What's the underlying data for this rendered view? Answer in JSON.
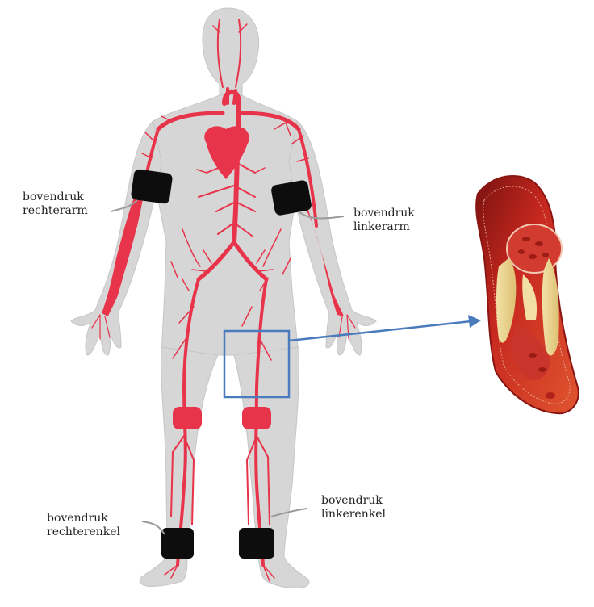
{
  "labels": {
    "right_arm": [
      "bovendruk",
      "rechterarm"
    ],
    "left_arm": [
      "bovendruk",
      "linkerarm"
    ],
    "right_ankle": [
      "bovendruk",
      "rechterenkel"
    ],
    "left_ankle": [
      "bovendruk",
      "linkerenkel"
    ]
  },
  "colors": {
    "body": "#d6d6d6",
    "artery": "#e8344a",
    "cuff": "#0d0d0d",
    "highlight": "#4a7bbd",
    "plaque": "#e9d38c",
    "vessel_wall": "#b2221e"
  },
  "icons": {
    "figure": "human-silhouette",
    "cuffs": "blood-pressure-cuff",
    "zoom": "artery-cross-section-with-plaque"
  }
}
